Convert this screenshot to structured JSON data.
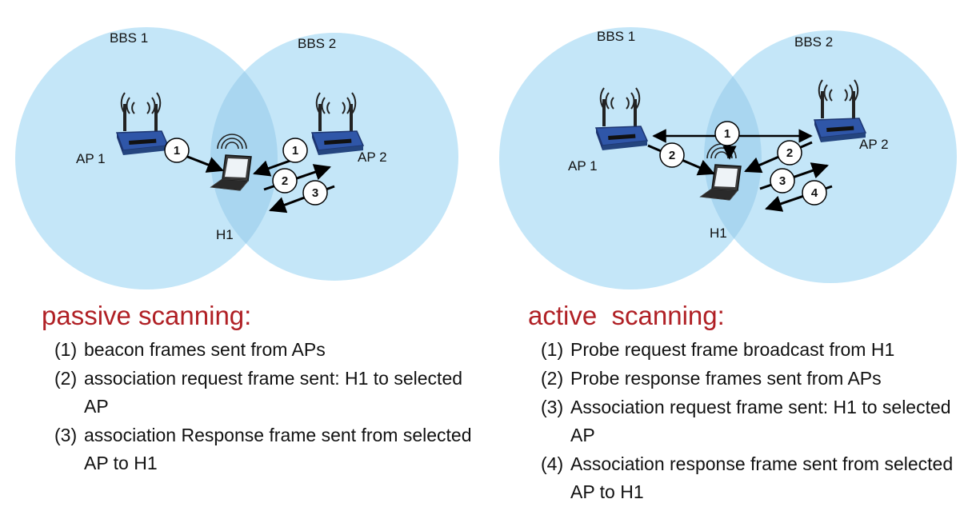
{
  "passive": {
    "labels": {
      "bbs1": "BBS 1",
      "bbs2": "BBS 2",
      "ap1": "AP 1",
      "ap2": "AP 2",
      "h1": "H1"
    },
    "title": "passive scanning:",
    "steps": [
      {
        "marker": "(1)",
        "text": "beacon frames sent from APs"
      },
      {
        "marker": "(2)",
        "text": "association request frame sent: H1 to selected AP"
      },
      {
        "marker": "(3)",
        "text": "association Response frame sent from selected AP to H1"
      }
    ],
    "badges": [
      "1",
      "1",
      "2",
      "3"
    ]
  },
  "active": {
    "labels": {
      "bbs1": "BBS 1",
      "bbs2": "BBS 2",
      "ap1": "AP 1",
      "ap2": "AP 2",
      "h1": "H1"
    },
    "title": "active  scanning:",
    "steps": [
      {
        "marker": "(1)",
        "text": "Probe request frame broadcast from H1"
      },
      {
        "marker": "(2)",
        "text": "Probe response frames sent from APs"
      },
      {
        "marker": "(3)",
        "text": "Association request frame sent: H1 to selected AP"
      },
      {
        "marker": "(4)",
        "text": "Association response frame sent from selected AP to H1"
      }
    ],
    "badges": [
      "1",
      "2",
      "2",
      "3",
      "4"
    ]
  },
  "colors": {
    "cell_fill": "#c4e6f8",
    "cell_overlap": "#a9d6f0",
    "title_red": "#b02025",
    "router_blue": "#2f56a8"
  }
}
